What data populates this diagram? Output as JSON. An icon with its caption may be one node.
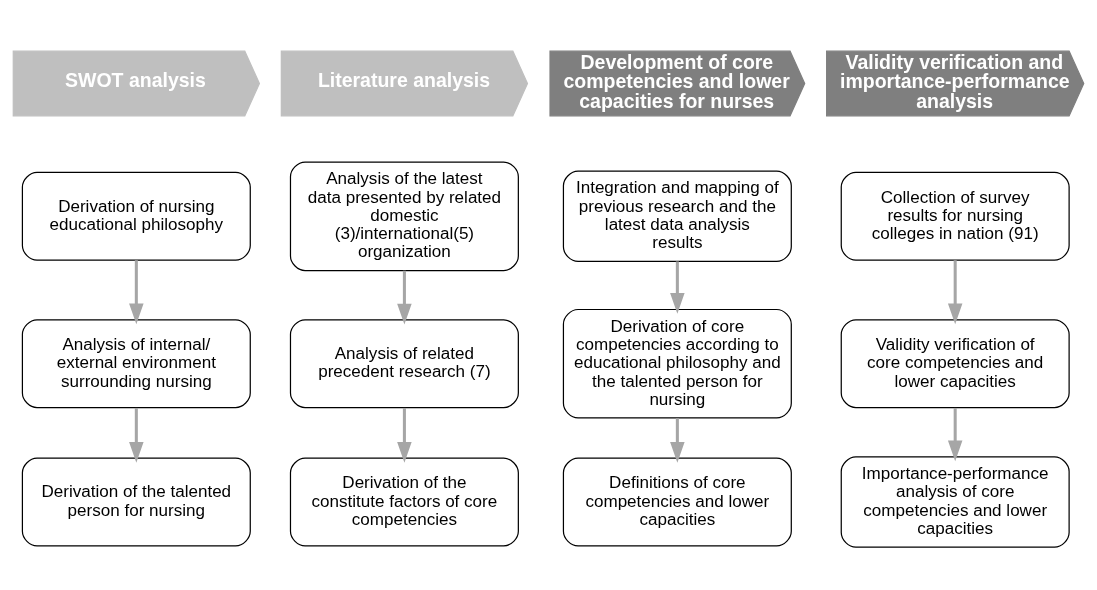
{
  "diagram": {
    "nodes": [
      {
        "text": [
          "SWOT analysis"
        ]
      },
      {
        "text": [
          "Literature analysis"
        ]
      },
      {
        "text": [
          "Development of core competencies and lower capacities for nurses"
        ]
      },
      {
        "text": [
          "Validity verification and importance-performance analysis"
        ]
      },
      {
        "text": [
          "Derivation of nursing educational philosophy"
        ]
      },
      {
        "text": [
          "Analysis of the latest data presented by related domestic (3)/international(5) organization"
        ]
      },
      {
        "text": [
          "Integration and mapping of previous research and the latest data analysis results"
        ]
      },
      {
        "text": [
          "Collection of survey results for nursing colleges in nation (91)"
        ]
      },
      {
        "text": [
          "Analysis of internal/ external environment surrounding nursing"
        ]
      },
      {
        "text": [
          "Analysis of related precedent research (7)"
        ]
      },
      {
        "text": [
          "Derivation of core competencies according to educational philosophy and the talented person for nursing"
        ]
      },
      {
        "text": [
          "Validity verification of core competencies and lower capacities"
        ]
      },
      {
        "text": [
          "Derivation of the talented person for nursing"
        ]
      },
      {
        "text": [
          "Derivation of the constitute factors of core competencies"
        ]
      },
      {
        "text": [
          "Definitions of core competencies and lower capacities"
        ]
      },
      {
        "text": [
          "Importance-performance analysis of core competencies and lower capacities"
        ]
      }
    ],
    "edges": [
      {
        "from": 4,
        "to": 8,
        "arrow": "to"
      },
      {
        "from": 8,
        "to": 12,
        "arrow": "to"
      },
      {
        "from": 5,
        "to": 9,
        "arrow": "to"
      },
      {
        "from": 9,
        "to": 13,
        "arrow": "to"
      },
      {
        "from": 6,
        "to": 10,
        "arrow": "to"
      },
      {
        "from": 10,
        "to": 14,
        "arrow": "to"
      },
      {
        "from": 7,
        "to": 11,
        "arrow": "to"
      },
      {
        "from": 11,
        "to": 15,
        "arrow": "to"
      }
    ]
  }
}
